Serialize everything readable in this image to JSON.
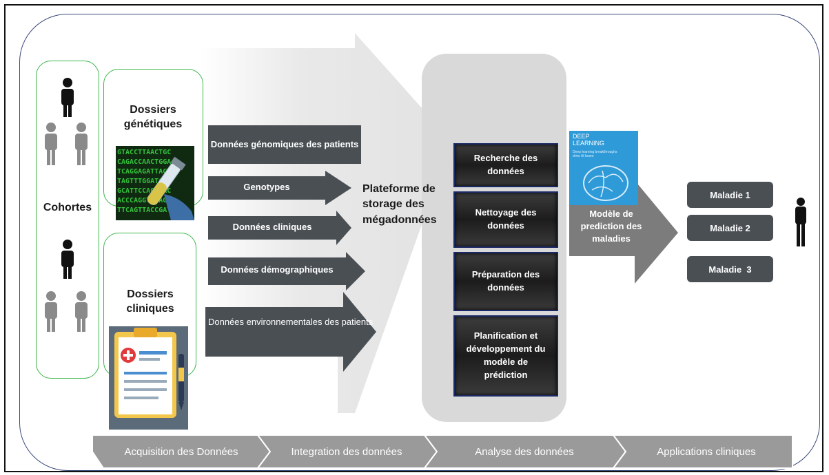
{
  "cohorts": {
    "label": "Cohortes"
  },
  "records": {
    "genetic": "Dossiers génétiques",
    "clinical": "Dossiers cliniques"
  },
  "data_types": {
    "genomic": "Données génomiques des patients",
    "genotypes": "Genotypes",
    "clinical": "Données cliniques",
    "demographic": "Données démographiques",
    "environmental": "Données environnementales des patients"
  },
  "platform": {
    "label": "Plateforme de storage des mégadonnées"
  },
  "analysis_steps": [
    "Recherche des données",
    "Nettoyage des données",
    "Préparation des données",
    "Planification et développement du modèle de prédiction"
  ],
  "book": {
    "title": "DEEP LEARNING",
    "subtitle": "Deep learning breakthroughs drive AI boom"
  },
  "model": {
    "label": "Modèle de prediction des maladies"
  },
  "diseases": [
    "Maladie 1",
    "Maladie 2",
    "Maladie  3"
  ],
  "stages": [
    "Acquisition des Données",
    "Integration des données",
    "Analyse des données",
    "Applications cliniques"
  ],
  "colors": {
    "dark_box": "#4a4f54",
    "green_border": "#3db54a",
    "frame_blue": "#3a4a7a",
    "stage_bar": "#9a9a9a",
    "funnel": "#ebebeb",
    "analysis_panel": "#d9d9d9"
  }
}
